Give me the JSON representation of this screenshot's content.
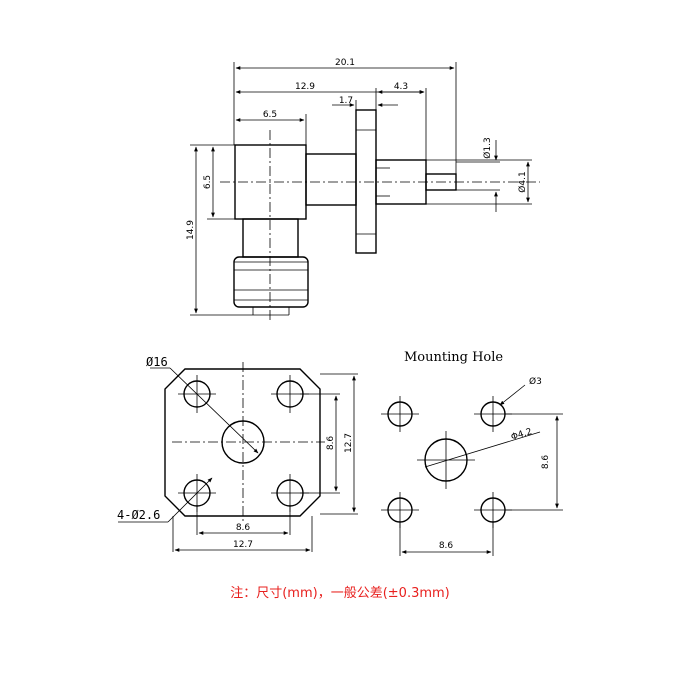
{
  "side_view": {
    "dims": {
      "overall_length": "20.1",
      "body_to_pin": "12.9",
      "pin_protrusion": "4.3",
      "flange_thickness": "1.7",
      "body_width": "6.5",
      "body_height": "6.5",
      "overall_height": "14.9",
      "pin_dia": "Ø1.3",
      "dielectric_dia": "Ø4.1"
    }
  },
  "front_view": {
    "flange_hole_label": "4-Ø2.6",
    "thread_label": "Ø16",
    "hole_spacing_h": "8.6",
    "flange_width": "12.7",
    "hole_spacing_v": "8.6",
    "flange_height": "12.7"
  },
  "mounting_hole": {
    "title": "Mounting Hole",
    "small_hole": "Ø3",
    "center_hole": "Φ4.2",
    "spacing_v": "8.6",
    "spacing_h": "8.6"
  },
  "note": "注：尺寸(mm)，一般公差(±0.3mm)"
}
